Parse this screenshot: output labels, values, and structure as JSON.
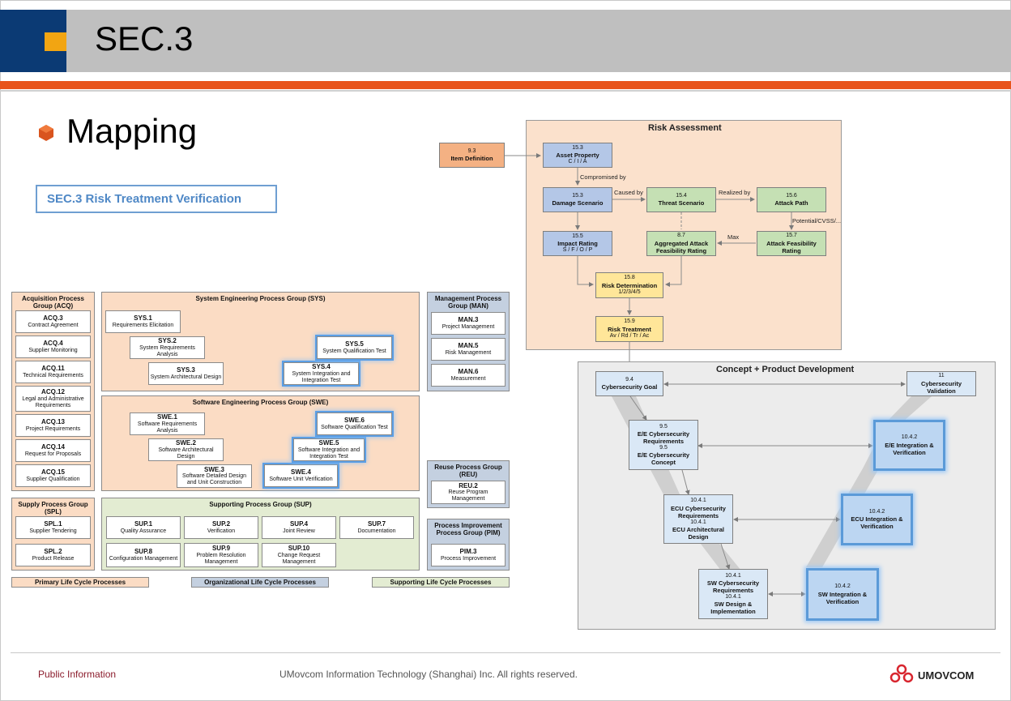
{
  "header": {
    "title": "SEC.3"
  },
  "section": {
    "title": "Mapping",
    "subtitle": "SEC.3 Risk Treatment Verification"
  },
  "process_map": {
    "acq": {
      "title": "Acquisition Process Group (ACQ)",
      "items": [
        {
          "code": "ACQ.3",
          "label": "Contract Agreement"
        },
        {
          "code": "ACQ.4",
          "label": "Supplier Monitoring"
        },
        {
          "code": "ACQ.11",
          "label": "Technical Requirements"
        },
        {
          "code": "ACQ.12",
          "label": "Legal and Administrative Requirements"
        },
        {
          "code": "ACQ.13",
          "label": "Project Requirements"
        },
        {
          "code": "ACQ.14",
          "label": "Request for Proposals"
        },
        {
          "code": "ACQ.15",
          "label": "Supplier Qualification"
        }
      ]
    },
    "spl": {
      "title": "Supply Process Group (SPL)",
      "items": [
        {
          "code": "SPL.1",
          "label": "Supplier Tendering"
        },
        {
          "code": "SPL.2",
          "label": "Product Release"
        }
      ]
    },
    "sys": {
      "title": "System Engineering Process Group (SYS)",
      "items": [
        {
          "code": "SYS.1",
          "label": "Requirements Elicitation"
        },
        {
          "code": "SYS.2",
          "label": "System Requirements Analysis"
        },
        {
          "code": "SYS.3",
          "label": "System Architectural Design"
        },
        {
          "code": "SYS.4",
          "label": "System Integration and Integration Test"
        },
        {
          "code": "SYS.5",
          "label": "System Qualification Test"
        }
      ]
    },
    "swe": {
      "title": "Software Engineering Process Group (SWE)",
      "items": [
        {
          "code": "SWE.1",
          "label": "Software Requirements Analysis"
        },
        {
          "code": "SWE.2",
          "label": "Software Architectural Design"
        },
        {
          "code": "SWE.3",
          "label": "Software Detailed Design and Unit Construction"
        },
        {
          "code": "SWE.4",
          "label": "Software Unit Verification"
        },
        {
          "code": "SWE.5",
          "label": "Software Integration and Integration Test"
        },
        {
          "code": "SWE.6",
          "label": "Software Qualification Test"
        }
      ]
    },
    "sup": {
      "title": "Supporting Process Group (SUP)",
      "items": [
        {
          "code": "SUP.1",
          "label": "Quality Assurance"
        },
        {
          "code": "SUP.2",
          "label": "Verification"
        },
        {
          "code": "SUP.4",
          "label": "Joint Review"
        },
        {
          "code": "SUP.7",
          "label": "Documentation"
        },
        {
          "code": "SUP.8",
          "label": "Configuration Management"
        },
        {
          "code": "SUP.9",
          "label": "Problem Resolution Management"
        },
        {
          "code": "SUP.10",
          "label": "Change Request Management"
        }
      ]
    },
    "man": {
      "title": "Management Process Group (MAN)",
      "items": [
        {
          "code": "MAN.3",
          "label": "Project Management"
        },
        {
          "code": "MAN.5",
          "label": "Risk Management"
        },
        {
          "code": "MAN.6",
          "label": "Measurement"
        }
      ]
    },
    "reu": {
      "title": "Reuse Process Group (REU)",
      "items": [
        {
          "code": "REU.2",
          "label": "Reuse Program Management"
        }
      ]
    },
    "pim": {
      "title": "Process Improvement Process Group (PIM)",
      "items": [
        {
          "code": "PIM.3",
          "label": "Process Improvement"
        }
      ]
    },
    "legend": [
      "Primary Life Cycle Processes",
      "Organizational Life Cycle Processes",
      "Supporting Life Cycle Processes"
    ]
  },
  "risk_assessment": {
    "title": "Risk Assessment",
    "item_definition": {
      "num": "9.3",
      "label": "Item Definition"
    },
    "asset_property": {
      "num": "15.3",
      "label": "Asset Property",
      "sub": "C / I / A"
    },
    "damage_scenario": {
      "num": "15.3",
      "label": "Damage Scenario"
    },
    "threat_scenario": {
      "num": "15.4",
      "label": "Threat Scenario"
    },
    "attack_path": {
      "num": "15.6",
      "label": "Attack Path"
    },
    "impact_rating": {
      "num": "15.5",
      "label": "Impact Rating",
      "sub": "S / F / O / P"
    },
    "aggregated": {
      "num": "8.7",
      "label": "Aggregated Attack Feasibility Rating"
    },
    "attack_feasibility": {
      "num": "15.7",
      "label": "Attack Feasibility Rating"
    },
    "risk_determination": {
      "num": "15.8",
      "label": "Risk Determination",
      "sub": "1/2/3/4/5"
    },
    "risk_treatment": {
      "num": "15.9",
      "label": "Risk Treatment",
      "sub": "Av / Rd / Tr / Ac"
    },
    "labels": {
      "compromised": "Compromised by",
      "caused": "Caused by",
      "realized": "Realized by",
      "potential": "Potential/CVSS/...",
      "max": "Max"
    }
  },
  "concept": {
    "title": "Concept + Product Development",
    "goal": {
      "num": "9.4",
      "label": "Cybersecurity Goal"
    },
    "validation": {
      "num": "11",
      "label": "Cybersecurity Validation"
    },
    "ee_req": {
      "num1": "9.5",
      "label1": "E/E Cybersecurity Requirements",
      "num2": "9.5",
      "label2": "E/E Cybersecurity Concept"
    },
    "ecu_req": {
      "num1": "10.4.1",
      "label1": "ECU Cybersecurity Requirements",
      "num2": "10.4.1",
      "label2": "ECU Architectural Design"
    },
    "sw_req": {
      "num1": "10.4.1",
      "label1": "SW Cybersecurity Requirements",
      "num2": "10.4.1",
      "label2": "SW Design & Implementation"
    },
    "ee_int": {
      "num": "10.4.2",
      "label": "E/E Integration & Verification"
    },
    "ecu_int": {
      "num": "10.4.2",
      "label": "ECU Integration & Verification"
    },
    "sw_int": {
      "num": "10.4.2",
      "label": "SW Integration & Verification"
    }
  },
  "footer": {
    "left": "Public Information",
    "center": "UMovcom Information Technology (Shanghai) Inc. All rights reserved.",
    "brand": "UMOVCOM"
  }
}
